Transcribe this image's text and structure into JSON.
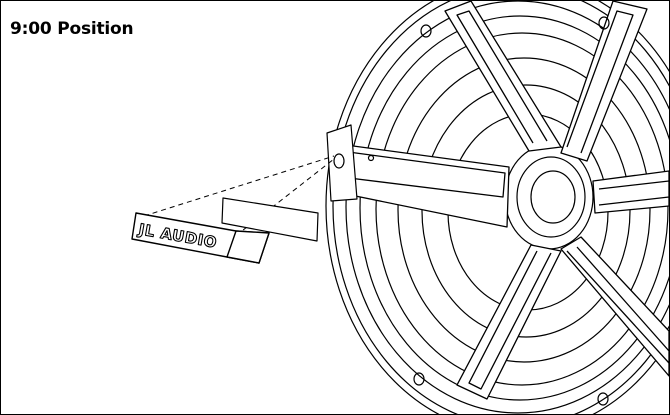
{
  "diagram": {
    "heading": "9:00 Position",
    "badge_text": "JL AUDIO"
  },
  "colors": {
    "line": "#000000",
    "background": "#ffffff"
  },
  "parts": [
    {
      "name": "grille-badge",
      "icon": "jl-audio-badge"
    },
    {
      "name": "adhesive-strip",
      "icon": "rectangle-strip"
    },
    {
      "name": "speaker-grille",
      "icon": "six-spoke-grille"
    }
  ]
}
